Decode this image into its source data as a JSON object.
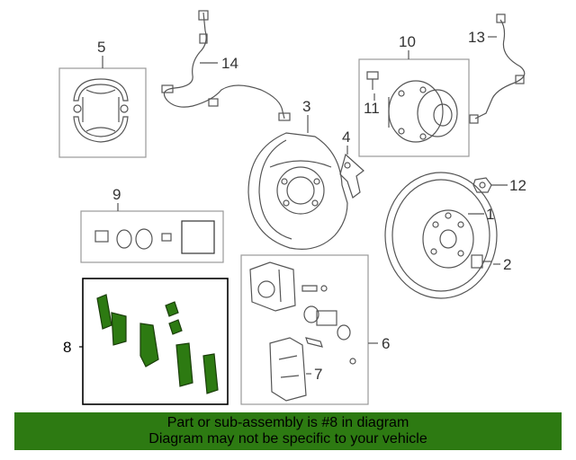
{
  "diagram": {
    "callouts": {
      "c1": "1",
      "c2": "2",
      "c3": "3",
      "c4": "4",
      "c5": "5",
      "c6": "6",
      "c7": "7",
      "c8": "8",
      "c9": "9",
      "c10": "10",
      "c11": "11",
      "c12": "12",
      "c13": "13",
      "c14": "14"
    },
    "colors": {
      "line": "#555555",
      "highlight_part": "#2d7a12",
      "highlight_box": "#000000",
      "box": "#999999"
    }
  },
  "banner": {
    "line1": "Part or sub-assembly is #8 in diagram",
    "line2": "Diagram may not be specific to your vehicle",
    "background": "#2d7a12"
  }
}
